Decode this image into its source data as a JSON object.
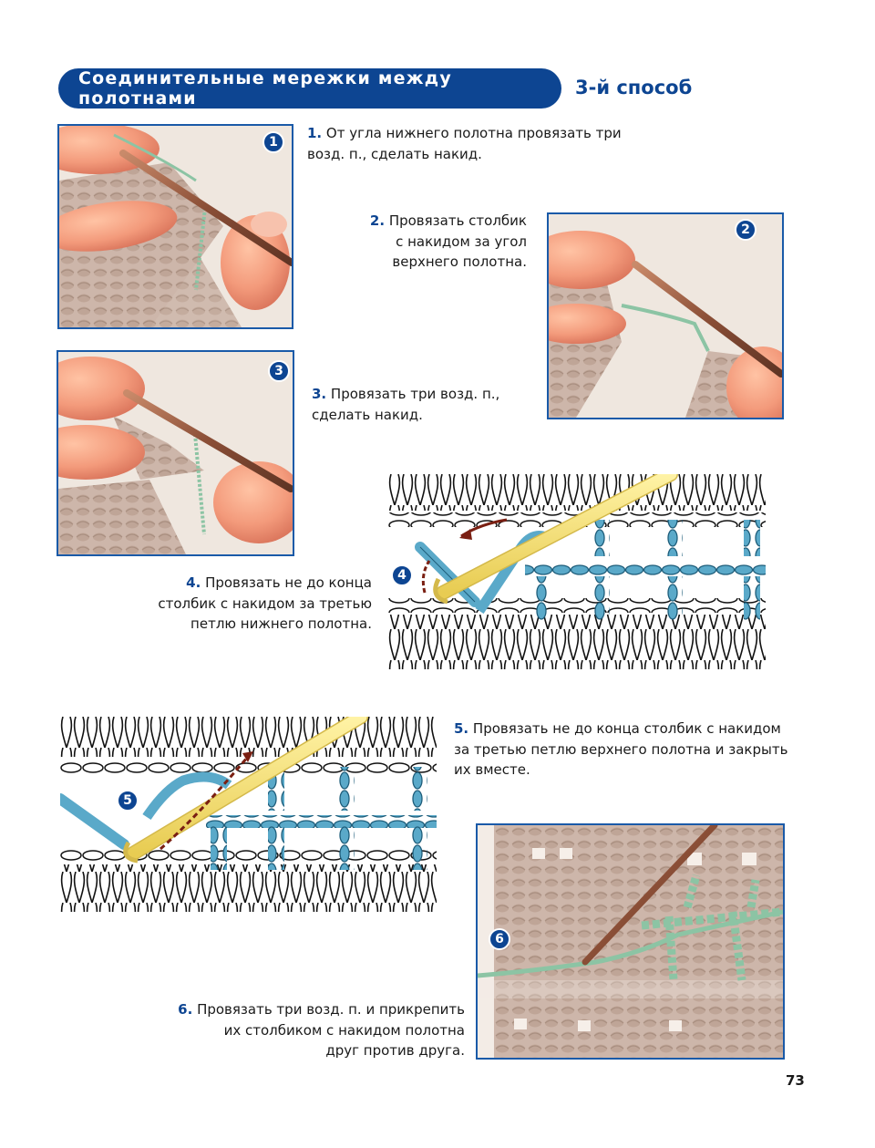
{
  "header": {
    "title": "Соединительные мережки между полотнами",
    "method": "3-й способ"
  },
  "steps": [
    {
      "badge": "1",
      "num": "1.",
      "lines": [
        "От угла нижнего полотна провязать три",
        "возд. п., сделать накид."
      ]
    },
    {
      "badge": "2",
      "num": "2.",
      "lines": [
        "Провязать столбик",
        "с накидом за угол",
        "верхнего полотна."
      ]
    },
    {
      "badge": "3",
      "num": "3.",
      "lines": [
        "Провязать три возд. п.,",
        "сделать накид."
      ]
    },
    {
      "badge": "4",
      "num": "4.",
      "lines": [
        "Провязать не до конца",
        "столбик с накидом за третью",
        "петлю нижнего полотна."
      ]
    },
    {
      "badge": "5",
      "num": "5.",
      "lines": [
        "Провязать не до конца столбик с накидом",
        "за третью петлю верхнего полотна и закрыть",
        "их вместе."
      ]
    },
    {
      "badge": "6",
      "num": "6.",
      "lines": [
        "Провязать три возд. п. и прикрепить",
        "их столбиком с накидом полотна",
        "друг против друга."
      ]
    }
  ],
  "page_number": "73",
  "colors": {
    "accent": "#0d4592",
    "photo_border": "#1a5aa8",
    "yarn_beige": "#c9b3a6",
    "yarn_green": "#8cc4a4",
    "diagram_blue": "#5aa9c9",
    "hook_yellow": "#f6e27a",
    "arrow_brown": "#7a1f12"
  }
}
